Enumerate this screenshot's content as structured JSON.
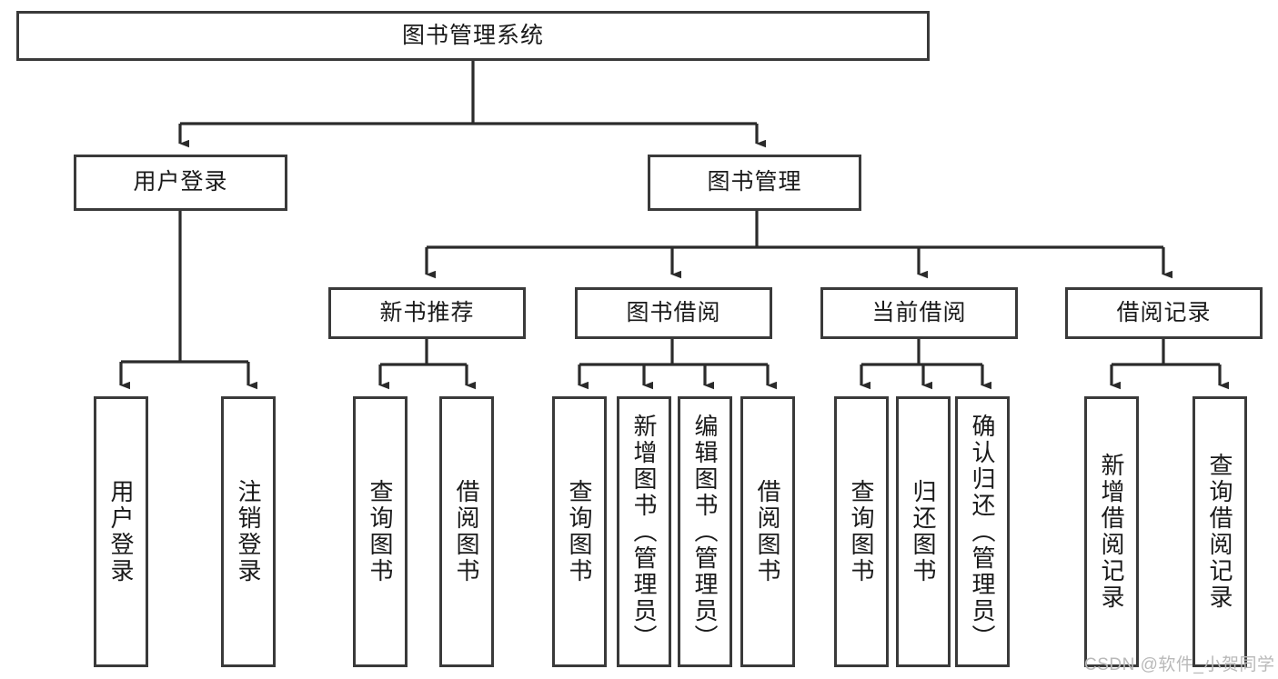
{
  "diagram": {
    "title_text": "图书管理系统",
    "type": "tree-hierarchy-diagram",
    "watermark": "CSDN @软件_小贺同学",
    "colors": {
      "box_border": "#3a3a3a",
      "box_fill": "#ffffff",
      "connector": "#2b2b2b",
      "text": "#1a1a1a",
      "watermark": "#b9b9b9",
      "background": "#ffffff"
    },
    "levels": {
      "root": {
        "label": "图书管理系统"
      },
      "level2": [
        {
          "id": "user-login",
          "label": "用户登录"
        },
        {
          "id": "book-management",
          "label": "图书管理"
        }
      ],
      "level3": [
        {
          "id": "new-book-recommend",
          "label": "新书推荐"
        },
        {
          "id": "book-borrow",
          "label": "图书借阅"
        },
        {
          "id": "current-borrow",
          "label": "当前借阅"
        },
        {
          "id": "borrow-record",
          "label": "借阅记录"
        }
      ],
      "leaves": {
        "user_login": [
          {
            "id": "leaf-user-login",
            "label": "用户登录"
          },
          {
            "id": "leaf-logout-login",
            "label": "注销登录"
          }
        ],
        "new_book_recommend": [
          {
            "id": "leaf-query-book-1",
            "label": "查询图书"
          },
          {
            "id": "leaf-borrow-book-1",
            "label": "借阅图书"
          }
        ],
        "book_borrow": [
          {
            "id": "leaf-query-book-2",
            "label": "查询图书"
          },
          {
            "id": "leaf-add-book-admin",
            "label": "新增图书（管理员）"
          },
          {
            "id": "leaf-edit-book-admin",
            "label": "编辑图书（管理员）"
          },
          {
            "id": "leaf-borrow-book-2",
            "label": "借阅图书"
          }
        ],
        "current_borrow": [
          {
            "id": "leaf-query-book-3",
            "label": "查询图书"
          },
          {
            "id": "leaf-return-book",
            "label": "归还图书"
          },
          {
            "id": "leaf-confirm-return-admin",
            "label": "确认归还（管理员）"
          }
        ],
        "borrow_record": [
          {
            "id": "leaf-add-borrow-record",
            "label": "新增借阅记录"
          },
          {
            "id": "leaf-query-borrow-record",
            "label": "查询借阅记录"
          }
        ]
      }
    }
  }
}
